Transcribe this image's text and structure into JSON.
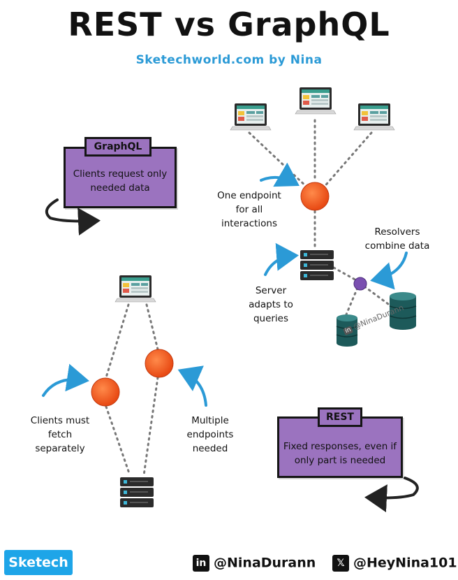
{
  "header": {
    "title": "REST vs GraphQL",
    "subtitle": "Sketechworld.com by Nina"
  },
  "graphql_card": {
    "tag": "GraphQL",
    "description": "Clients request only needed data"
  },
  "rest_card": {
    "tag": "REST",
    "description": "Fixed responses, even if only part is needed"
  },
  "graphql_diagram": {
    "endpoint_label": "One endpoint for all interactions",
    "server_label": "Server adapts to queries",
    "resolver_label": "Resolvers combine data"
  },
  "rest_diagram": {
    "clients_label": "Clients must fetch separately",
    "endpoints_label": "Multiple endpoints needed"
  },
  "watermark": "@NinaDurann",
  "footer": {
    "brand": "Sketech",
    "linkedin_handle": "@NinaDurann",
    "x_handle": "@HeyNina101"
  },
  "colors": {
    "accent_blue": "#2b9ad6",
    "card_purple": "#9b73bf",
    "endpoint_orange": "#f0561f",
    "database_teal": "#1d5a5a",
    "resolver_purple": "#7a4fb0"
  },
  "icons": [
    "laptop-icon",
    "server-icon",
    "database-icon",
    "linkedin-icon",
    "x-icon"
  ]
}
